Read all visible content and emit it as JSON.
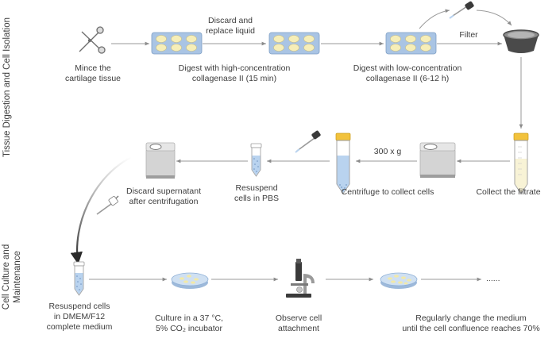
{
  "sections": {
    "top": "Tissue Digestion and Cell Isolation",
    "bottom_line1": "Cell Culture and",
    "bottom_line2": "Maintenance"
  },
  "steps": {
    "mince": [
      "Mince the",
      "cartilage tissue"
    ],
    "discard_replace": [
      "Discard and",
      "replace liquid"
    ],
    "digest_high": [
      "Digest with high-concentration",
      "collagenase II (15 min)"
    ],
    "digest_low": [
      "Digest with low-concentration",
      "collagenase II (6-12 h)"
    ],
    "filter": "Filter",
    "collect_filtrate": "Collect the filtrate",
    "speed": "300 x g",
    "centrifuge": "Centrifuge to collect cells",
    "resuspend_pbs": [
      "Resuspend",
      "cells in PBS"
    ],
    "discard_supernatant": [
      "Discard supernatant",
      "after centrifugation"
    ],
    "resuspend_dmem": [
      "Resuspend cells",
      "in DMEM/F12",
      "complete medium"
    ],
    "culture": [
      "Culture in a 37 °C,",
      "5% CO₂ incubator"
    ],
    "observe": [
      "Observe cell",
      "attachment"
    ],
    "change_medium": [
      "Regularly change the medium",
      "until the cell confluence reaches 70%"
    ],
    "ellipsis": "......"
  },
  "colors": {
    "arrow": "#9a9a9a",
    "plate": "#a9c4e4",
    "well": "#f6eeb8",
    "tube_cap": "#f2c23c",
    "liquid": "#b9d3ef",
    "machine": "#d4d4d4"
  }
}
